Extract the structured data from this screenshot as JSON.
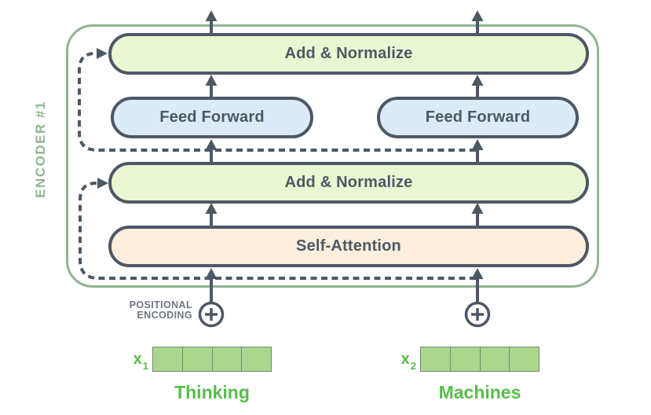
{
  "encoder": {
    "label": "ENCODER #1",
    "blocks": [
      {
        "id": "add-norm-top",
        "label": "Add & Normalize",
        "fill": "#ebf6d3"
      },
      {
        "id": "feed-forward-1",
        "label": "Feed Forward",
        "fill": "#dcebf8"
      },
      {
        "id": "feed-forward-2",
        "label": "Feed Forward",
        "fill": "#dcebf8"
      },
      {
        "id": "add-norm-bottom",
        "label": "Add & Normalize",
        "fill": "#ebf6d3"
      },
      {
        "id": "self-attention",
        "label": "Self-Attention",
        "fill": "#fdeedd"
      }
    ]
  },
  "positional_encoding": {
    "line1": "POSITIONAL",
    "line2": "ENCODING"
  },
  "inputs": [
    {
      "label": "x",
      "subscript": "1",
      "word": "Thinking",
      "cells": 4
    },
    {
      "label": "x",
      "subscript": "2",
      "word": "Machines",
      "cells": 4
    }
  ],
  "colors": {
    "frame_green": "#90b591",
    "arrow_slate": "#4d5866",
    "bright_green": "#56bd49",
    "cell_fill": "#aad78d",
    "cell_border": "#77877a",
    "caption_gray": "#6e7680"
  }
}
